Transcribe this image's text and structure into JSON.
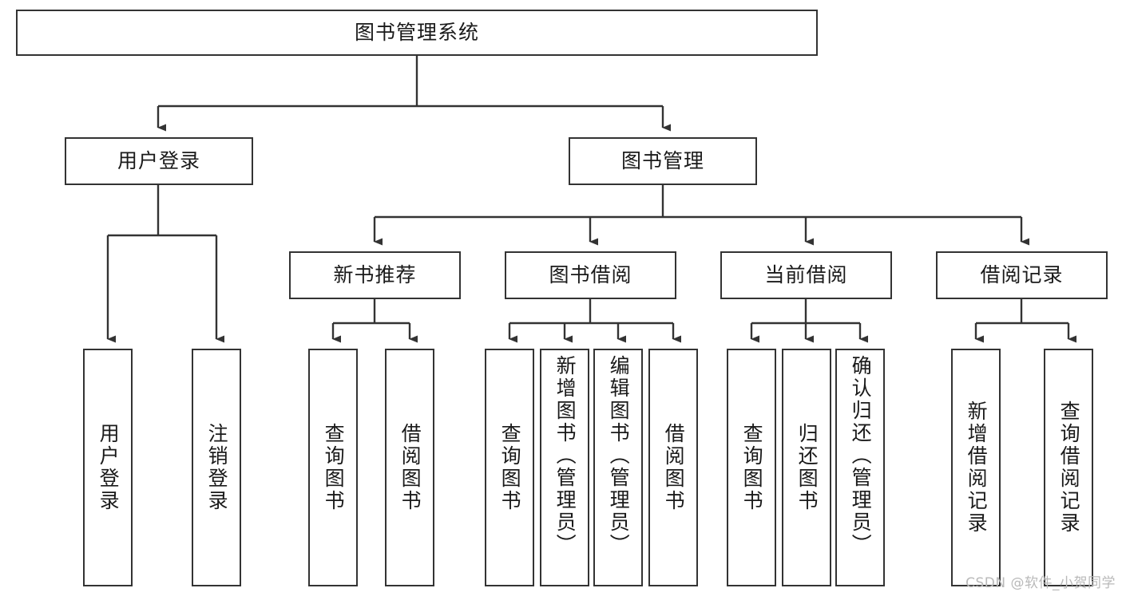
{
  "diagram": {
    "type": "tree",
    "title": "图书管理系统",
    "root": {
      "label": "图书管理系统"
    },
    "level1": [
      {
        "label": "用户登录"
      },
      {
        "label": "图书管理"
      }
    ],
    "level2": [
      {
        "label": "新书推荐"
      },
      {
        "label": "图书借阅"
      },
      {
        "label": "当前借阅"
      },
      {
        "label": "借阅记录"
      }
    ],
    "leaves": {
      "user_login": [
        {
          "label": "用户登录"
        },
        {
          "label": "注销登录"
        }
      ],
      "new_book": [
        {
          "label": "查询图书"
        },
        {
          "label": "借阅图书"
        }
      ],
      "book_borrow": [
        {
          "label": "查询图书"
        },
        {
          "label": "新增图书（管理员）"
        },
        {
          "label": "编辑图书（管理员）"
        },
        {
          "label": "借阅图书"
        }
      ],
      "current_borrow": [
        {
          "label": "查询图书"
        },
        {
          "label": "归还图书"
        },
        {
          "label": "确认归还（管理员）"
        }
      ],
      "borrow_record": [
        {
          "label": "新增借阅记录"
        },
        {
          "label": "查询借阅记录"
        }
      ]
    }
  },
  "watermark": {
    "text": "CSDN @软件_小贺同学"
  },
  "colors": {
    "border": "#333333",
    "text": "#1a1a1a",
    "background": "#ffffff",
    "watermark": "#b9b9b9"
  }
}
